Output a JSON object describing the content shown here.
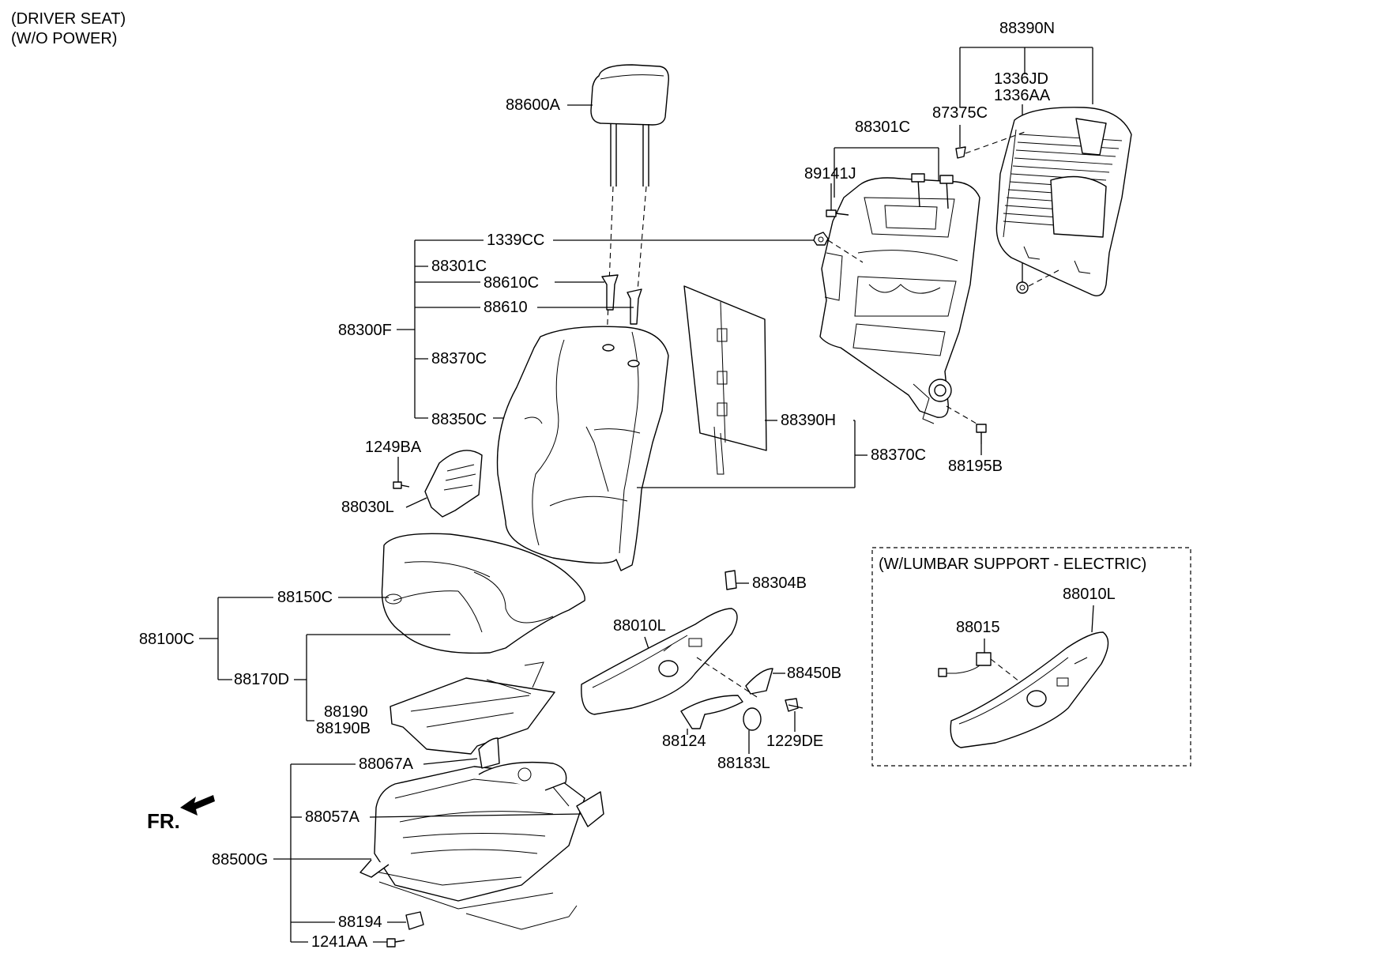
{
  "header": {
    "line1": "(DRIVER SEAT)",
    "line2": "(W/O POWER)"
  },
  "lumbar_box": {
    "title": "(W/LUMBAR SUPPORT - ELECTRIC)"
  },
  "direction": {
    "label": "FR."
  },
  "labels": {
    "p88390N": "88390N",
    "p1336JD": "1336JD",
    "p1336AA": "1336AA",
    "p87375C": "87375C",
    "p88600A": "88600A",
    "p88301C_top": "88301C",
    "p89141J": "89141J",
    "p1339CC": "1339CC",
    "p88301C": "88301C",
    "p88610C": "88610C",
    "p88610": "88610",
    "p88300F": "88300F",
    "p88370C_left": "88370C",
    "p88350C": "88350C",
    "p88390H": "88390H",
    "p88370C_right": "88370C",
    "p88195B": "88195B",
    "p1249BA": "1249BA",
    "p88030L": "88030L",
    "p88304B": "88304B",
    "p88150C": "88150C",
    "p88100C": "88100C",
    "p88010L": "88010L",
    "p88450B": "88450B",
    "p88170D": "88170D",
    "p88190": "88190",
    "p88190B": "88190B",
    "p88124": "88124",
    "p1229DE": "1229DE",
    "p88183L": "88183L",
    "p88067A": "88067A",
    "p88057A": "88057A",
    "p88500G": "88500G",
    "p88194": "88194",
    "p1241AA": "1241AA",
    "p88010L_lumbar": "88010L",
    "p88015": "88015"
  }
}
